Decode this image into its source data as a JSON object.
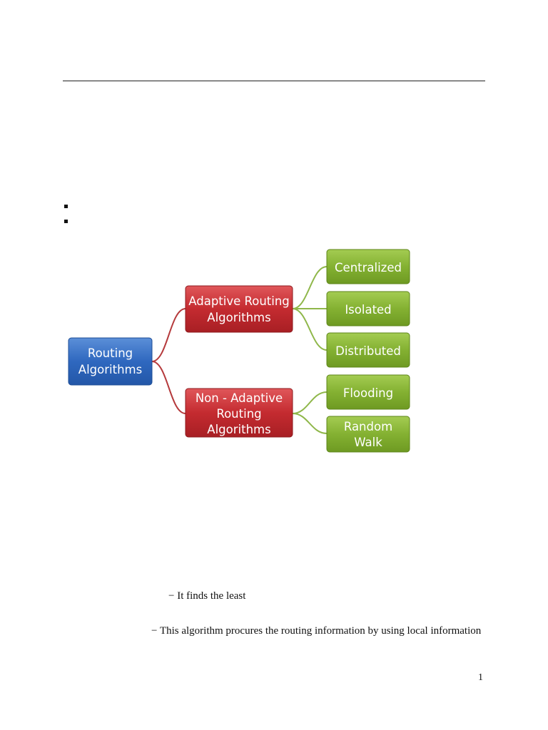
{
  "diagram": {
    "root": {
      "lines": [
        "Routing",
        "Algorithms"
      ],
      "color": "#2a63b8"
    },
    "adaptive": {
      "lines": [
        "Adaptive Routing",
        "Algorithms"
      ],
      "color": "#c0282e",
      "children": [
        [
          "Centralized"
        ],
        [
          "Isolated"
        ],
        [
          "Distributed"
        ]
      ]
    },
    "non_adaptive": {
      "lines": [
        "Non - Adaptive",
        "Routing",
        "Algorithms"
      ],
      "color": "#c0282e",
      "children": [
        [
          "Flooding"
        ],
        [
          "Random",
          "Walk"
        ]
      ]
    },
    "leaf_color": "#7fae2c"
  },
  "text": {
    "line1": "− It finds the least",
    "line2": "− This algorithm procures the routing information by using local information"
  },
  "page_number": "1"
}
